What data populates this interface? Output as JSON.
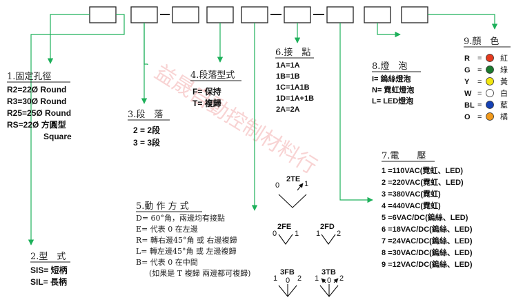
{
  "sections": {
    "s1": {
      "title": "1.固定孔徑",
      "lines": [
        "R2=22Ø Round",
        "R3=30Ø Round",
        "R25=25Ø Round",
        "RS=22Ø 方圓型",
        "Square"
      ]
    },
    "s2": {
      "title": "2.型　式",
      "lines": [
        "SIS= 短柄",
        "SIL= 長柄"
      ]
    },
    "s3": {
      "title": "3.段　落",
      "lines": [
        "2 = 2段",
        "3 = 3段"
      ]
    },
    "s4": {
      "title": "4.段落型式",
      "lines": [
        "F= 保持",
        "T= 複歸"
      ]
    },
    "s5": {
      "title": "5.動 作 方 式",
      "lines": [
        "D= 60°角，兩邊均有接點",
        "E= 代表 0 在左邊",
        "R= 轉右邊45°角 或 右邊複歸",
        "L= 轉左邊45°角 或 左邊複歸",
        "B= 代表 0 在中間",
        "(如果是 T 複歸 兩邊都可複歸)"
      ]
    },
    "s6": {
      "title": "6.接　點",
      "lines": [
        "1A=1A",
        "1B=1B",
        "1C=1A1B",
        "1D=1A+1B",
        "2A=2A"
      ]
    },
    "s7": {
      "title": "7.電　　壓",
      "lines": [
        "1 =110VAC(霓虹、LED)",
        "2 =220VAC(霓虹、LED)",
        "3 =380VAC(霓虹)",
        "4 =440VAC(霓虹)",
        "5 =6VAC/DC(鎢絲、LED)",
        "6 =18VAC/DC(鎢絲、LED)",
        "7 =24VAC/DC(鎢絲、LED)",
        "8 =30VAC/DC(鎢絲、LED)",
        "9 =12VAC/DC(鎢絲、LED)"
      ]
    },
    "s8": {
      "title": "8.燈　泡",
      "lines": [
        "I= 鎢絲燈泡",
        "N= 霓虹燈泡",
        "L= LED燈泡"
      ]
    },
    "s9": {
      "title": "9.顏　色",
      "rows": [
        {
          "code": "R",
          "name": "紅",
          "color": "#e53a1e"
        },
        {
          "code": "G",
          "name": "綠",
          "color": "#1b7a2e"
        },
        {
          "code": "Y",
          "name": "黃",
          "color": "#f2e60f"
        },
        {
          "code": "W",
          "name": "白",
          "color": "#ffffff"
        },
        {
          "code": "BL",
          "name": "藍",
          "color": "#1541b5"
        },
        {
          "code": "O",
          "name": "橘",
          "color": "#f29a1c"
        }
      ]
    }
  },
  "positions": {
    "2te": {
      "label": "2TE",
      "left": "0",
      "right": "1"
    },
    "2fe": {
      "label": "2FE",
      "left": "0",
      "right": "1"
    },
    "2fd": {
      "label": "2FD",
      "left": "1",
      "right": "2"
    },
    "3fb": {
      "label": "3FB",
      "left": "1",
      "center": "0",
      "right": "2"
    },
    "3tb": {
      "label": "3TB",
      "left": "1",
      "center": "0",
      "right": "2"
    }
  },
  "watermark": "益晟自動控制材料行",
  "colors": {
    "leader": "#1db05a",
    "box": "#222222"
  }
}
